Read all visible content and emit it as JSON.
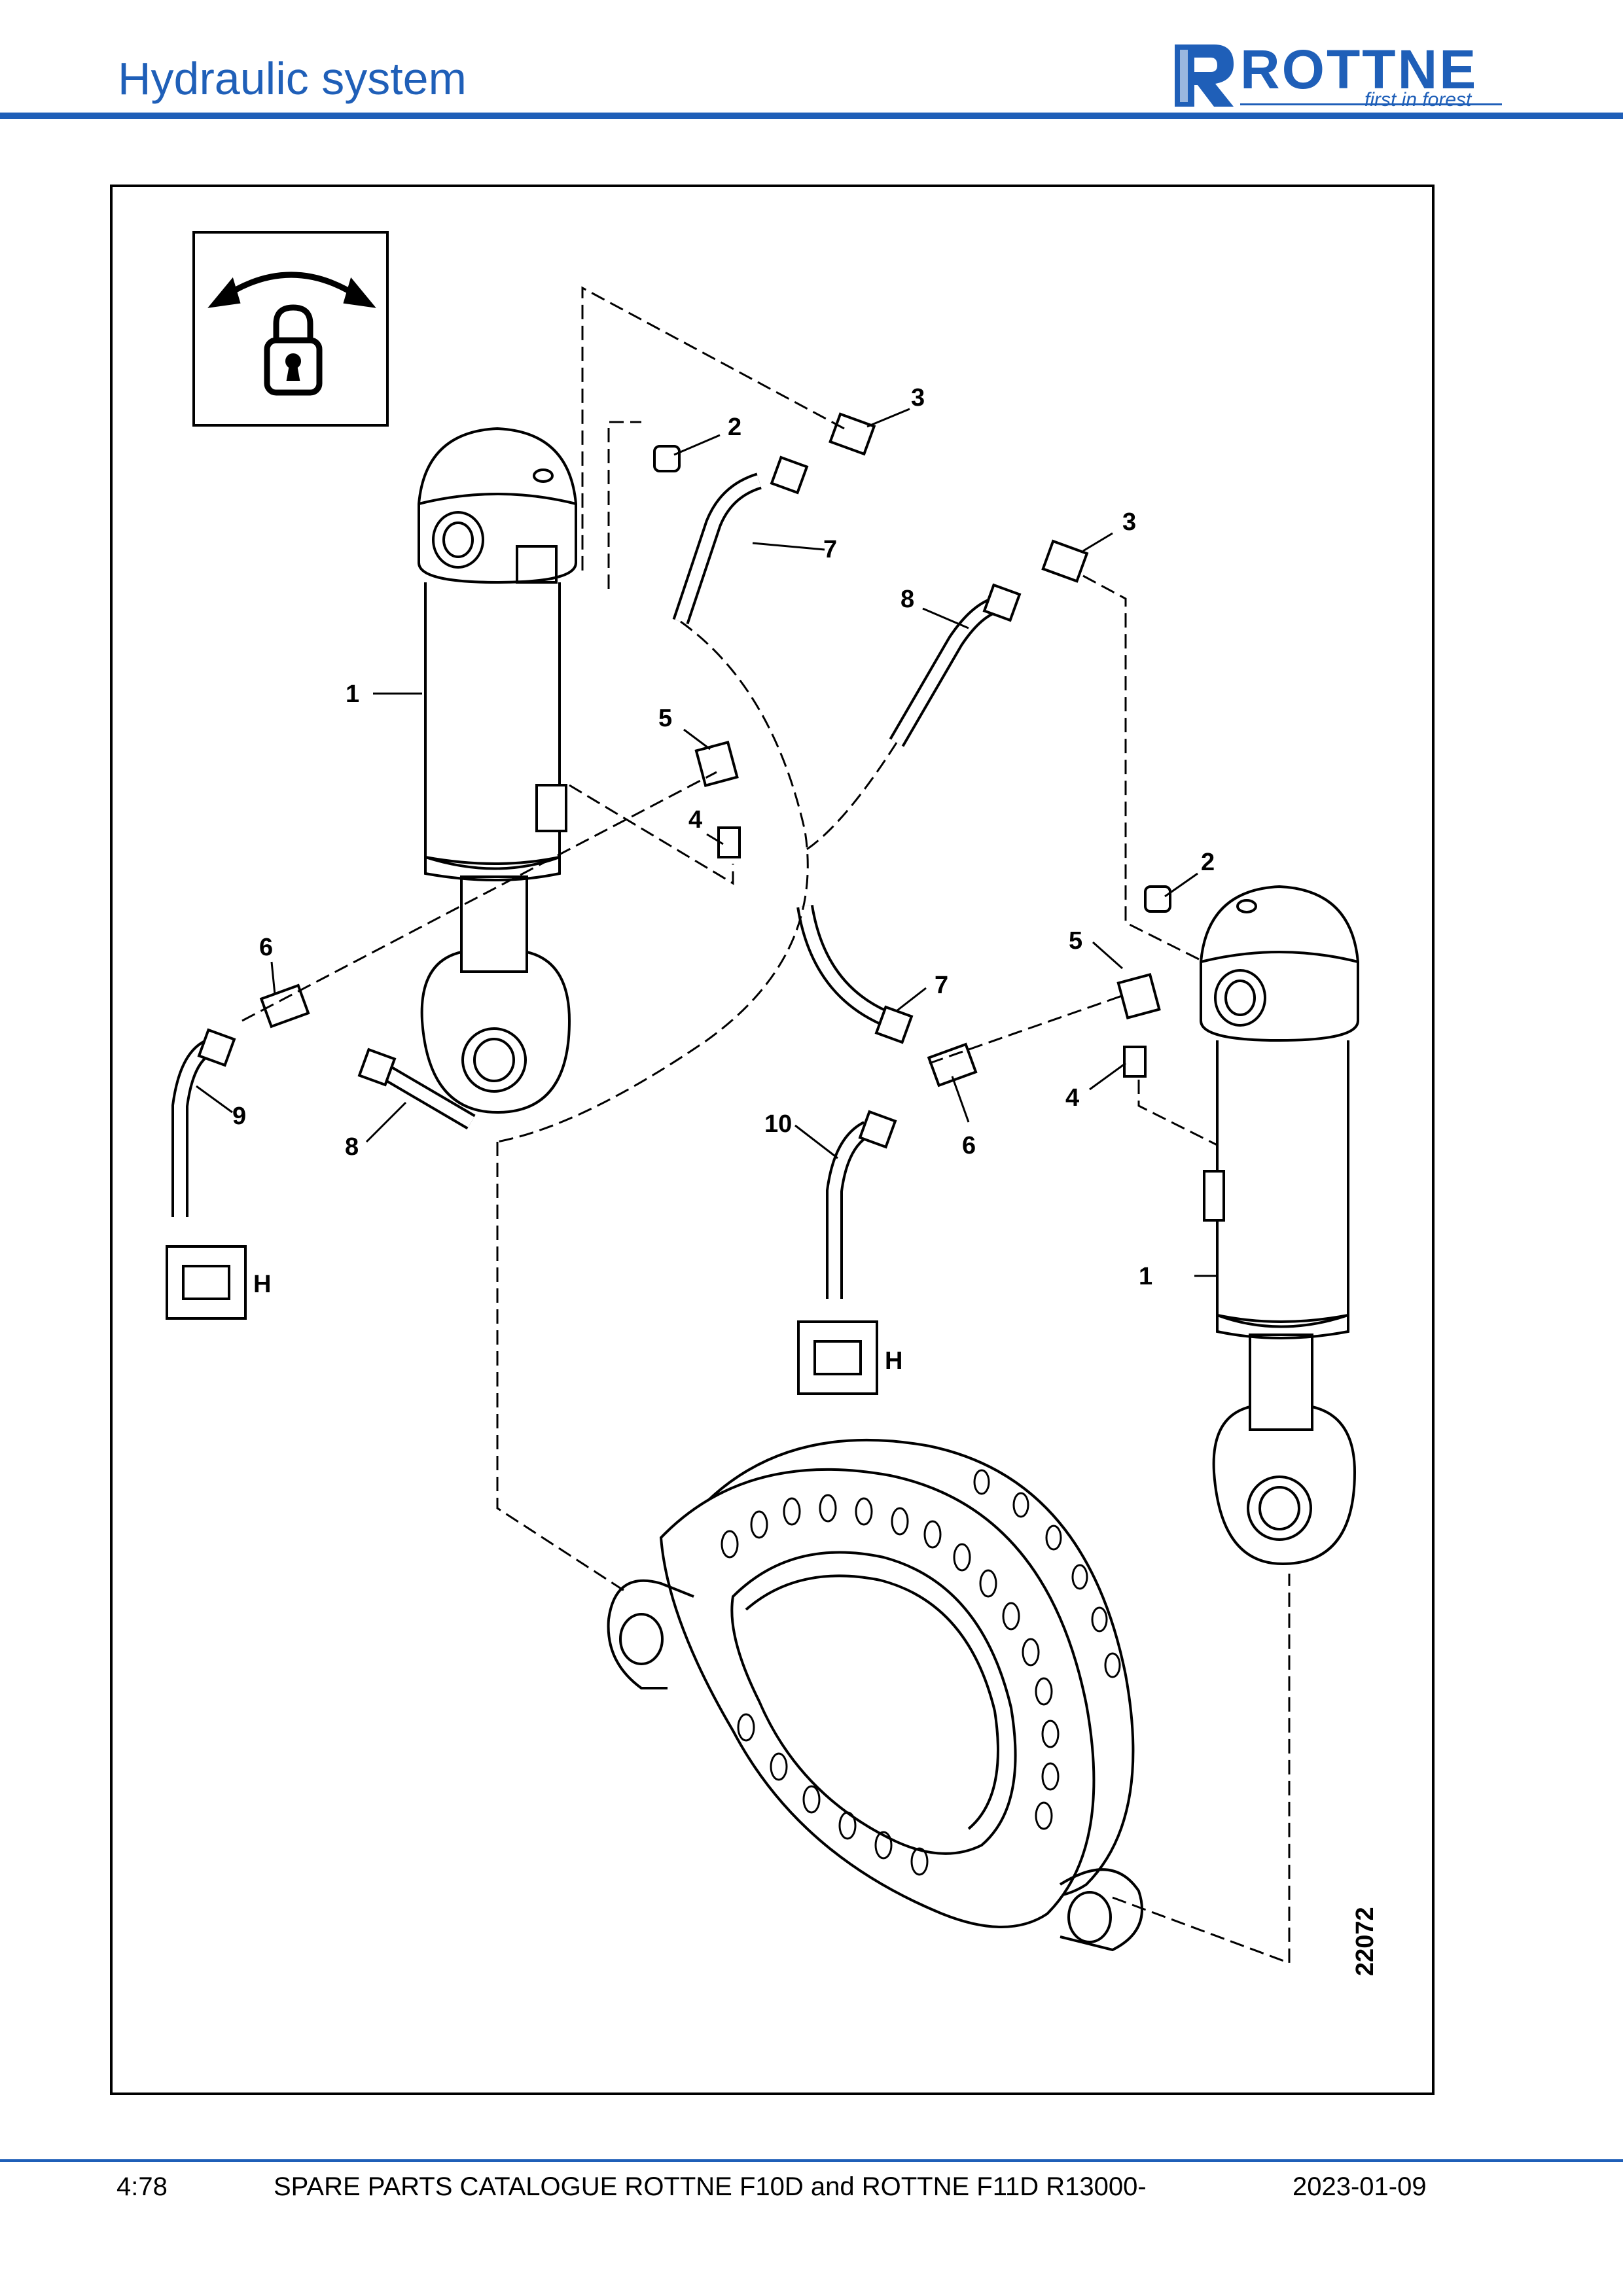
{
  "header": {
    "title": "Hydraulic system",
    "brand": "ROTTNE",
    "tagline": "first in forest"
  },
  "diagram": {
    "drawing_number": "22072",
    "callouts": {
      "c1a": "1",
      "c1b": "1",
      "c2a": "2",
      "c2b": "2",
      "c3a": "3",
      "c3b": "3",
      "c4a": "4",
      "c4b": "4",
      "c5a": "5",
      "c5b": "5",
      "c6a": "6",
      "c6b": "6",
      "c7a": "7",
      "c7b": "7",
      "c8a": "8",
      "c8b": "8",
      "c9": "9",
      "c10": "10",
      "h1": "H",
      "h2": "H"
    }
  },
  "footer": {
    "page": "4:78",
    "catalogue": "SPARE PARTS CATALOGUE ROTTNE F10D and ROTTNE F11D R13000-",
    "date": "2023-01-09"
  }
}
